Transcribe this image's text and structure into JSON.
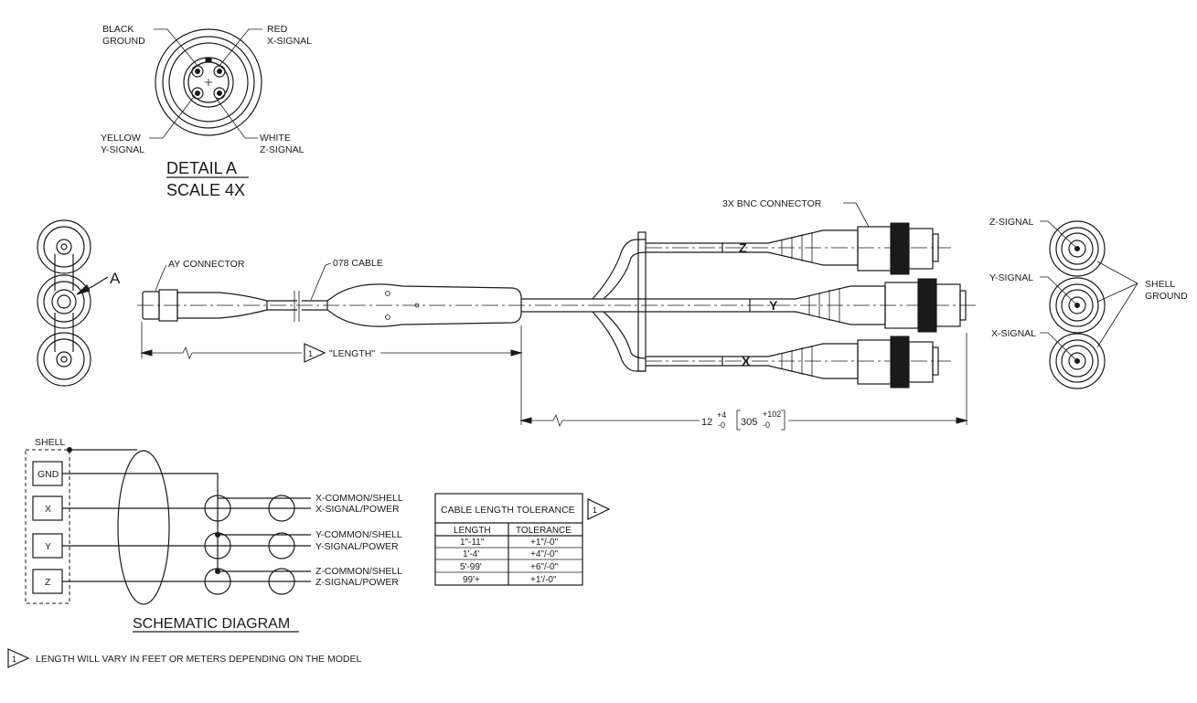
{
  "detail_a": {
    "title": "DETAIL A",
    "scale": "SCALE 4X",
    "pins": [
      {
        "line1": "BLACK",
        "line2": "GROUND"
      },
      {
        "line1": "RED",
        "line2": "X-SIGNAL"
      },
      {
        "line1": "YELLOW",
        "line2": "Y-SIGNAL"
      },
      {
        "line1": "WHITE",
        "line2": "Z-SIGNAL"
      }
    ]
  },
  "cable": {
    "detail_callout": "A",
    "ay_connector": "AY CONNECTOR",
    "cable_label": "078 CABLE",
    "bnc_label": "3X BNC CONNECTOR",
    "note_flag": "1",
    "length_label": "\"LENGTH\"",
    "branch_letters": [
      "Z",
      "Y",
      "X"
    ],
    "dim_main": "12",
    "dim_tol_plus": "+4",
    "dim_tol_minus": "-0",
    "dim_metric": "305",
    "dim_metric_plus": "+102",
    "dim_metric_minus": "-0"
  },
  "end_view": {
    "labels": [
      "Z-SIGNAL",
      "Y-SIGNAL",
      "X-SIGNAL"
    ],
    "shell_line1": "SHELL",
    "shell_line2": "GROUND"
  },
  "schematic": {
    "shell_label": "SHELL",
    "terminals": [
      "GND",
      "X",
      "Y",
      "Z"
    ],
    "outputs": [
      {
        "common": "X-COMMON/SHELL",
        "signal": "X-SIGNAL/POWER"
      },
      {
        "common": "Y-COMMON/SHELL",
        "signal": "Y-SIGNAL/POWER"
      },
      {
        "common": "Z-COMMON/SHELL",
        "signal": "Z-SIGNAL/POWER"
      }
    ],
    "title": "SCHEMATIC DIAGRAM"
  },
  "tolerance_table": {
    "title": "CABLE LENGTH TOLERANCE",
    "flag": "1",
    "headers": [
      "LENGTH",
      "TOLERANCE"
    ],
    "rows": [
      [
        "1\"-11\"",
        "+1\"/-0\""
      ],
      [
        "1'-4'",
        "+4\"/-0\""
      ],
      [
        "5'-99'",
        "+6\"/-0\""
      ],
      [
        "99'+",
        "+1'/-0\""
      ]
    ]
  },
  "footnote": {
    "flag": "1",
    "text": "LENGTH WILL VARY IN FEET OR METERS DEPENDING ON THE MODEL"
  }
}
